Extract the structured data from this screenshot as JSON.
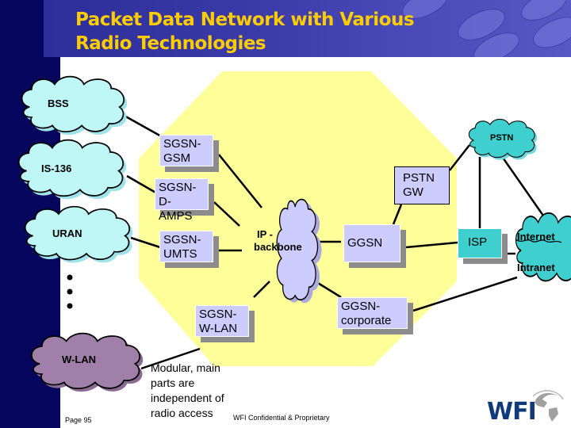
{
  "slide": {
    "title_line1": "Packet Data Network with Various",
    "title_line2": "Radio Technologies",
    "note": [
      "Modular, main",
      "parts are",
      "independent of",
      "radio access"
    ],
    "page_label": "Page 95",
    "confidential": "WFI Confidential & Proprietary",
    "logo_text": "WFI"
  },
  "colors": {
    "title": "#ffcc00",
    "navstrip": "#06065e",
    "core_area": "#ffff99",
    "box": "#ccccff",
    "access_cloud": "#bff7f7",
    "wlan_cloud": "#a07fa8",
    "isp": "#3fcfcf",
    "logo": "#113a7a"
  },
  "access_networks": [
    {
      "label": "BSS"
    },
    {
      "label": "IS-136"
    },
    {
      "label": "URAN"
    },
    {
      "label": "W-LAN"
    }
  ],
  "ellipsis": "• • •",
  "sgsn_nodes": [
    {
      "line1": "SGSN-",
      "line2": "GSM"
    },
    {
      "line1": "SGSN-",
      "line2": "D-AMPS"
    },
    {
      "line1": "SGSN-",
      "line2": "UMTS"
    },
    {
      "line1": "SGSN-",
      "line2": "W-LAN"
    }
  ],
  "core": {
    "backbone_line1": "IP -",
    "backbone_line2": "backbone",
    "ggsn": "GGSN",
    "ggsn_corp_line1": "GGSN-",
    "ggsn_corp_line2": "corporate",
    "pstn_gw_line1": "PSTN",
    "pstn_gw_line2": "GW"
  },
  "external": {
    "pstn": "PSTN",
    "isp": "ISP",
    "internet": "Internet",
    "intranet": "Intranet"
  }
}
